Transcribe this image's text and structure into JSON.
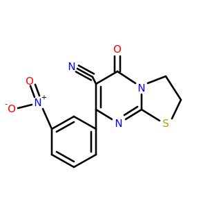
{
  "molecule": {
    "atoms": {
      "n_nitrile": {
        "label": "N",
        "color": "#0000ff"
      },
      "o_carbonyl": {
        "label": "O",
        "color": "#ff0000"
      },
      "n_ring_top": {
        "label": "N",
        "color": "#0000ff"
      },
      "s_ring": {
        "label": "S",
        "color": "#b5a000"
      },
      "n_ring_bottom": {
        "label": "N",
        "color": "#0000ff"
      },
      "n_nitro": {
        "label": "N",
        "color": "#0000ff",
        "charge": "+"
      },
      "o_nitro_top": {
        "label": "O",
        "color": "#ff0000"
      },
      "o_nitro_left": {
        "label": "O",
        "color": "#ff0000",
        "charge": "-"
      }
    },
    "colors": {
      "bond": "#000000",
      "nitrogen": "#0000ff",
      "oxygen": "#ff0000",
      "sulfur": "#b5a000"
    }
  }
}
